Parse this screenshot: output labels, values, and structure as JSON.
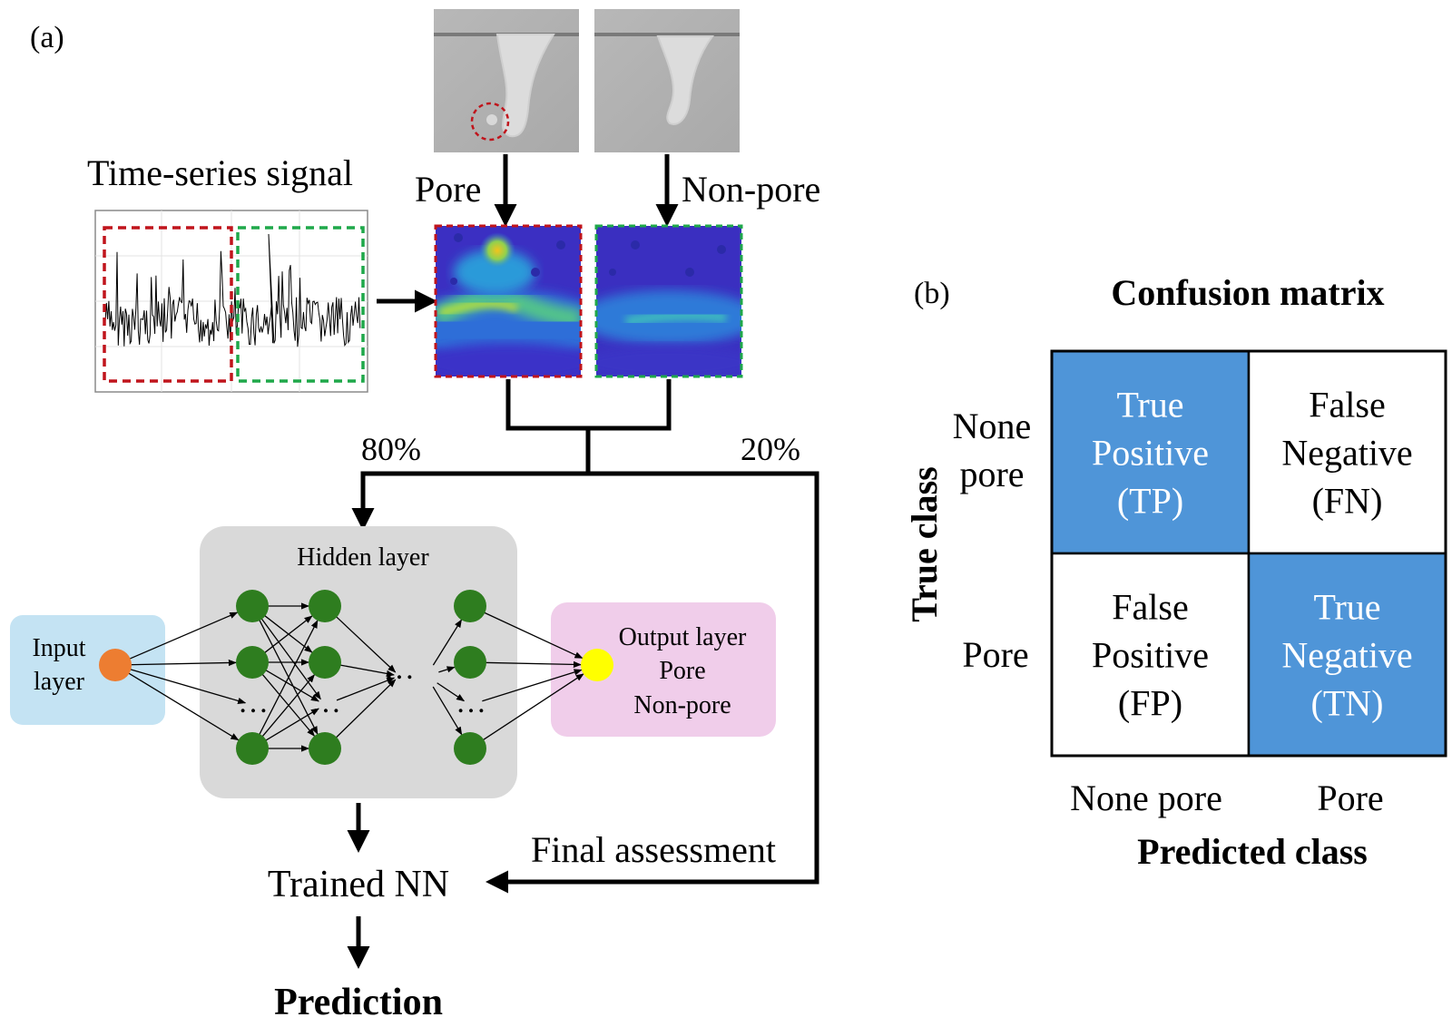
{
  "panel_a": {
    "label": "(a)",
    "signal_title": "Time-series signal",
    "pore_label": "Pore",
    "nonpore_label": "Non-pore",
    "split_train": "80%",
    "split_test": "20%",
    "hidden_layer_label": "Hidden layer",
    "input_layer_line1": "Input",
    "input_layer_line2": "layer",
    "output_layer_line1": "Output layer",
    "output_layer_line2": "Pore",
    "output_layer_line3": "Non-pore",
    "ellipsis": "…",
    "dots": "……",
    "trained_nn": "Trained NN",
    "final_assessment": "Final assessment",
    "prediction": "Prediction",
    "colors": {
      "pore_dash": "#c0141c",
      "nonpore_dash": "#1fa84a",
      "hidden_bg": "#d9d9d9",
      "input_bg": "#c4e3f3",
      "output_bg": "#f0cdea",
      "neuron": "#2e7d1f",
      "input_node": "#ed7d31",
      "output_node": "#ffff00"
    }
  },
  "panel_b": {
    "label": "(b)",
    "title": "Confusion matrix",
    "true_class_label": "True class",
    "predicted_class_label": "Predicted class",
    "row_labels": [
      [
        "None",
        "pore"
      ],
      [
        "Pore"
      ]
    ],
    "col_labels": [
      "None pore",
      "Pore"
    ],
    "cells": [
      [
        {
          "lines": [
            "True",
            "Positive",
            "(TP)"
          ],
          "highlight": true
        },
        {
          "lines": [
            "False",
            "Negative",
            "(FN)"
          ],
          "highlight": false
        }
      ],
      [
        {
          "lines": [
            "False",
            "Positive",
            "(FP)"
          ],
          "highlight": false
        },
        {
          "lines": [
            "True",
            "Negative",
            "(TN)"
          ],
          "highlight": true
        }
      ]
    ],
    "colors": {
      "highlight": "#4f95d8",
      "highlight_text": "#ffffff"
    }
  }
}
